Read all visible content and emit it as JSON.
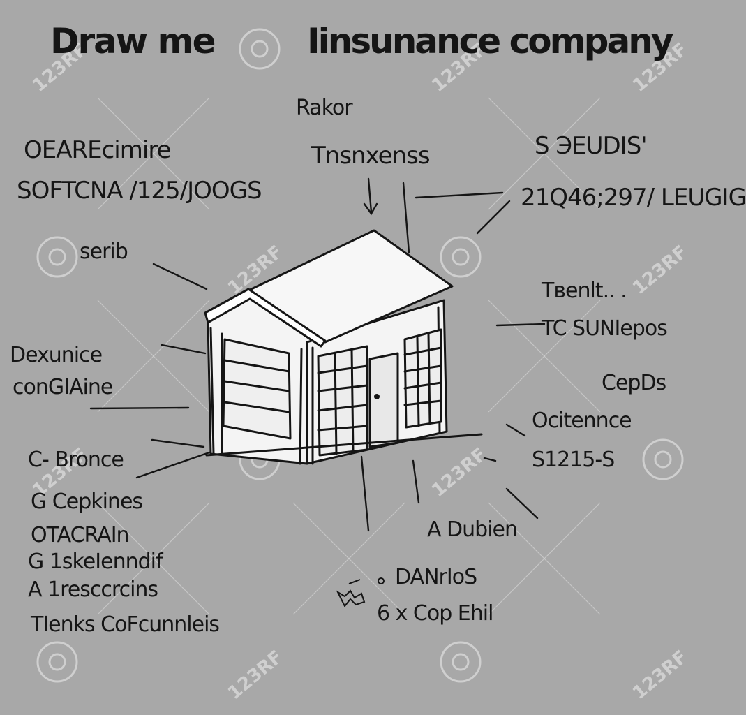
{
  "colors": {
    "background": "#a8a8a8",
    "ink": "#151515",
    "house_fill": "#f4f4f4",
    "roof_fill": "#f7f7f7"
  },
  "title": {
    "left": "Draw me",
    "right": "Iinsunance company"
  },
  "labels": {
    "top_center_small": "Rakor",
    "top_center": "Tnsnxenss",
    "top_left_1": "OEAREcimire",
    "top_left_2": "SOFTCNA /125/JOOGS",
    "top_right_1": "S ЭEUDIS'",
    "top_right_2": "21Q46;297/ LEUGIG",
    "serib": "serib",
    "dexunice": "Dexunice",
    "conglaine": "conGIAine",
    "right_1": "Tвenlt.. .",
    "right_2": "TC SUNIepos",
    "right_cepos": "CepDs",
    "right_ocitenice": "Ocitennce",
    "right_code": "S1215-S",
    "a_dubien": "A Dubien",
    "danros": "DANrIoS",
    "cop_ehil": "6 x Cop Ehil",
    "left_1": "C- Bronce",
    "left_2": "G Cepkines",
    "left_3": "OTACRAIn",
    "left_4": "G 1skeIenndif",
    "left_5": "A 1resccrcins",
    "left_6": "TIenks CoFcunnleis"
  },
  "watermarks": [
    "123RF",
    "123RF",
    "123RF",
    "123RF",
    "123RF",
    "123RF",
    "123RF",
    "123RF",
    "123RF",
    "123RF",
    "123RF",
    "123RF",
    "123RF",
    "123RF"
  ]
}
